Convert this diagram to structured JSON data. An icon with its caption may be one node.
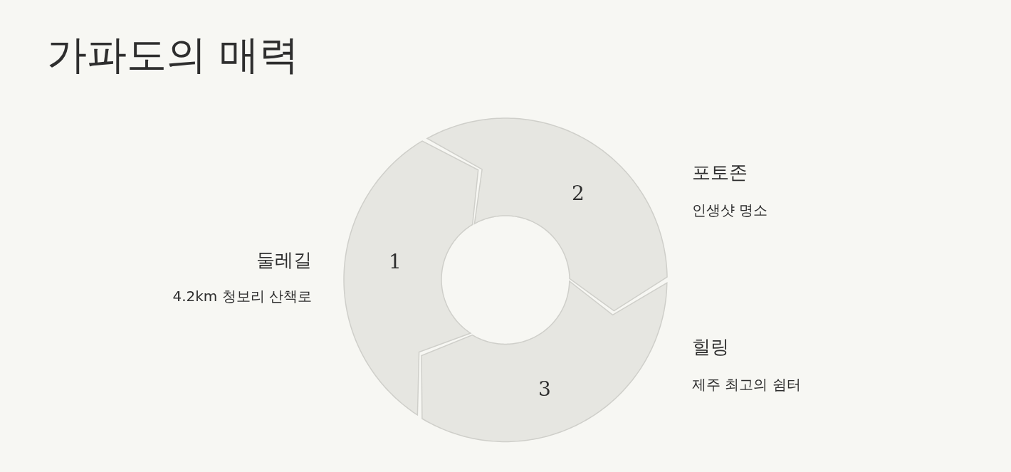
{
  "diagram": {
    "title": "가파도의 매력",
    "nodes": [
      {
        "text": [
          "1"
        ],
        "beside": [
          "둘레길",
          "4.2km 청보리 산책로"
        ]
      },
      {
        "text": [
          "2"
        ],
        "beside": [
          "포토존",
          "인생샷 명소"
        ]
      },
      {
        "text": [
          "3"
        ],
        "beside": [
          "힐링",
          "제주 최고의 쉼터"
        ]
      }
    ]
  }
}
